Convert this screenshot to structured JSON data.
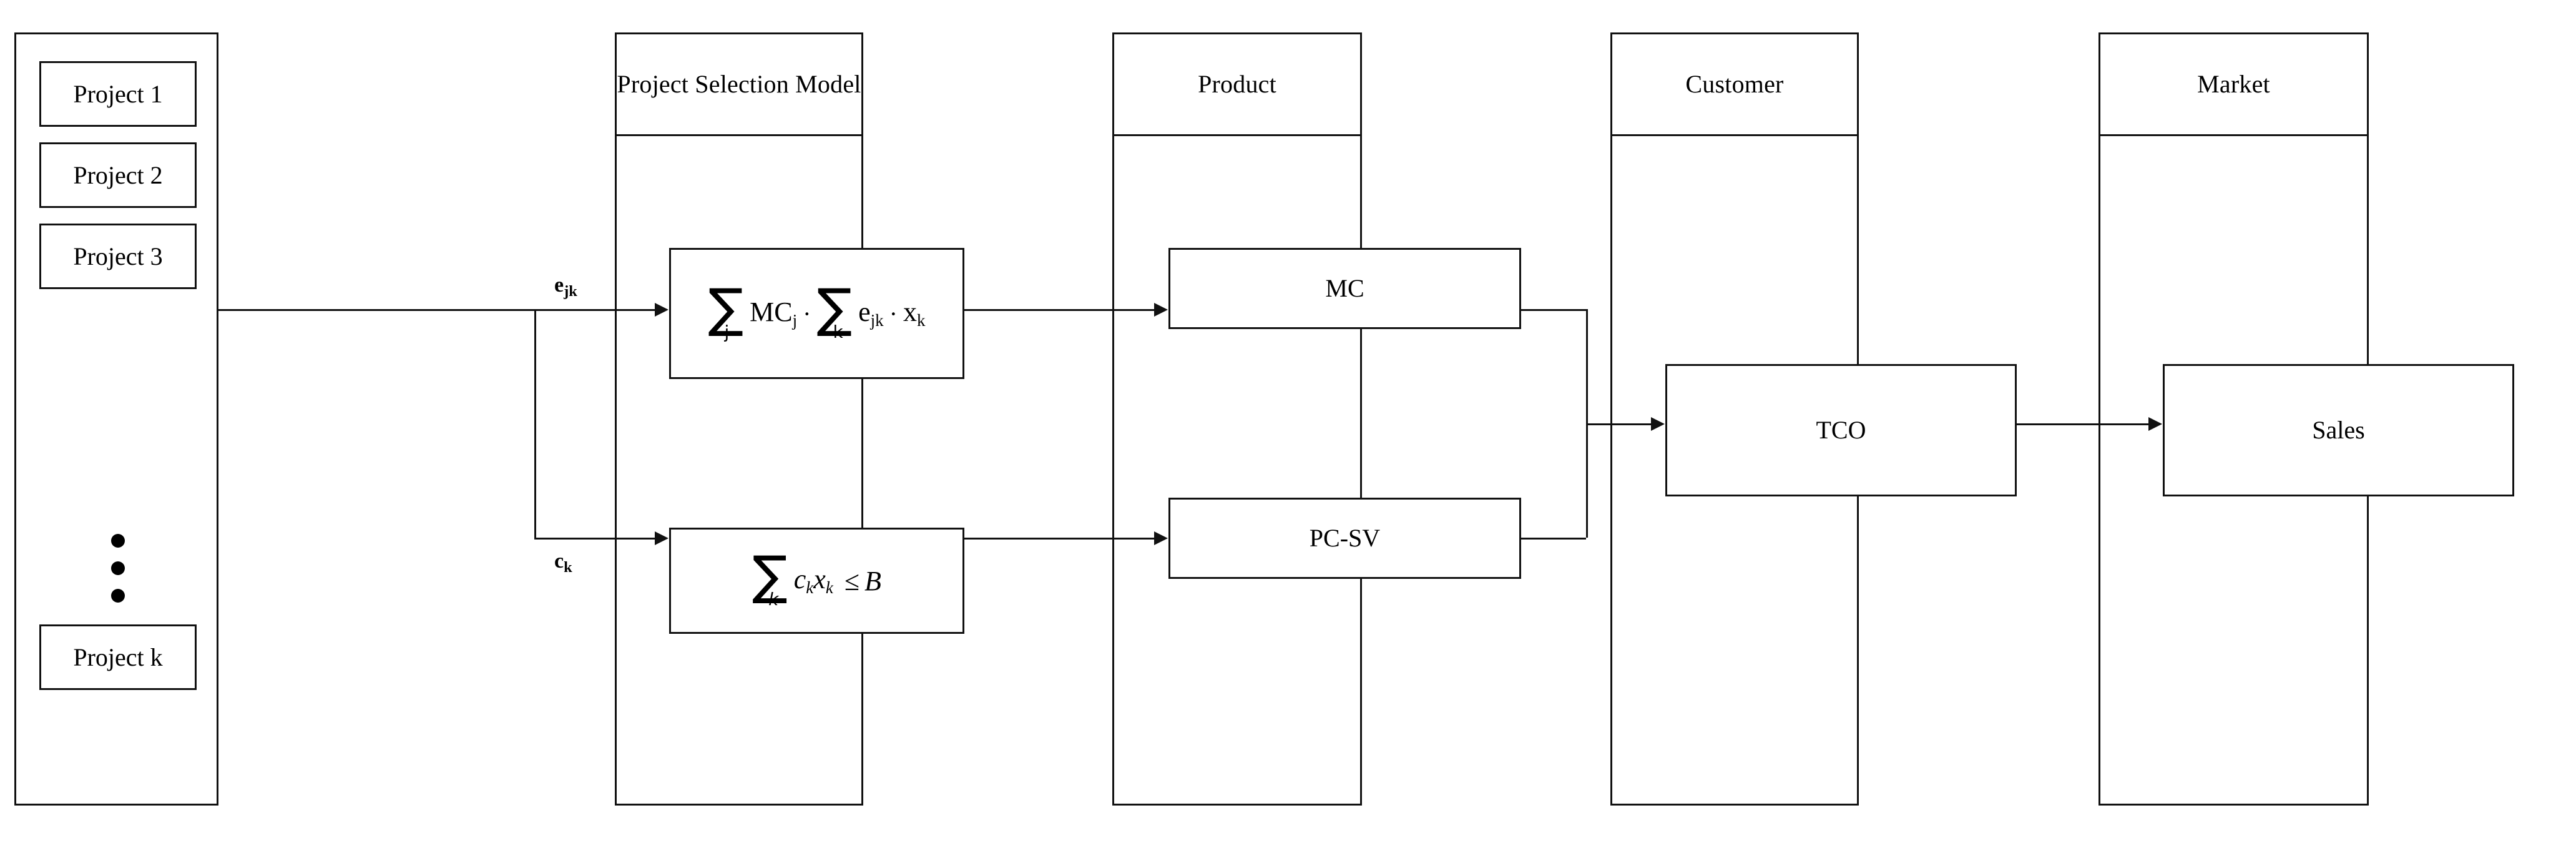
{
  "diagram": {
    "title": "Project Selection Model value chain diagram",
    "colors": {
      "line": "#111111",
      "background": "#ffffff",
      "text": "#000000"
    },
    "columns": [
      {
        "id": "projects",
        "header": ""
      },
      {
        "id": "selection_model",
        "header": "Project Selection Model"
      },
      {
        "id": "product",
        "header": "Product"
      },
      {
        "id": "customer",
        "header": "Customer"
      },
      {
        "id": "market",
        "header": "Market"
      }
    ],
    "projects": [
      {
        "label": "Project 1"
      },
      {
        "label": "Project 2"
      },
      {
        "label": "Project 3"
      },
      {
        "label": "Project k"
      }
    ],
    "ellipsis": "vertical-dots",
    "formulas": [
      {
        "id": "objective",
        "plain": "∑_j MC_j · ∑_k e_jk · x_k",
        "parts": {
          "sum1_glyph": "∑",
          "sum1_index": "j",
          "term1_base": "MC",
          "term1_sub": "j",
          "operator1": "·",
          "sum2_glyph": "∑",
          "sum2_index": "k",
          "term2_base": "e",
          "term2_sub": "jk",
          "operator2": "·",
          "term3_base": "x",
          "term3_sub": "k"
        }
      },
      {
        "id": "budget_constraint",
        "plain": "∑_k c_k x_k ≤ B",
        "parts": {
          "sum1_glyph": "∑",
          "sum1_index": "k",
          "term1_base": "c",
          "term1_sub": "k",
          "term2_base": "x",
          "term2_sub": "k",
          "relation": "≤",
          "bound": "B"
        }
      }
    ],
    "product_nodes": [
      {
        "label": "MC"
      },
      {
        "label": "PC-SV"
      }
    ],
    "customer_nodes": [
      {
        "label": "TCO"
      }
    ],
    "market_nodes": [
      {
        "label": "Sales"
      }
    ],
    "edge_labels": [
      {
        "id": "e_jk",
        "base": "e",
        "sub": "jk"
      },
      {
        "id": "c_k",
        "base": "c",
        "sub": "k"
      }
    ]
  }
}
